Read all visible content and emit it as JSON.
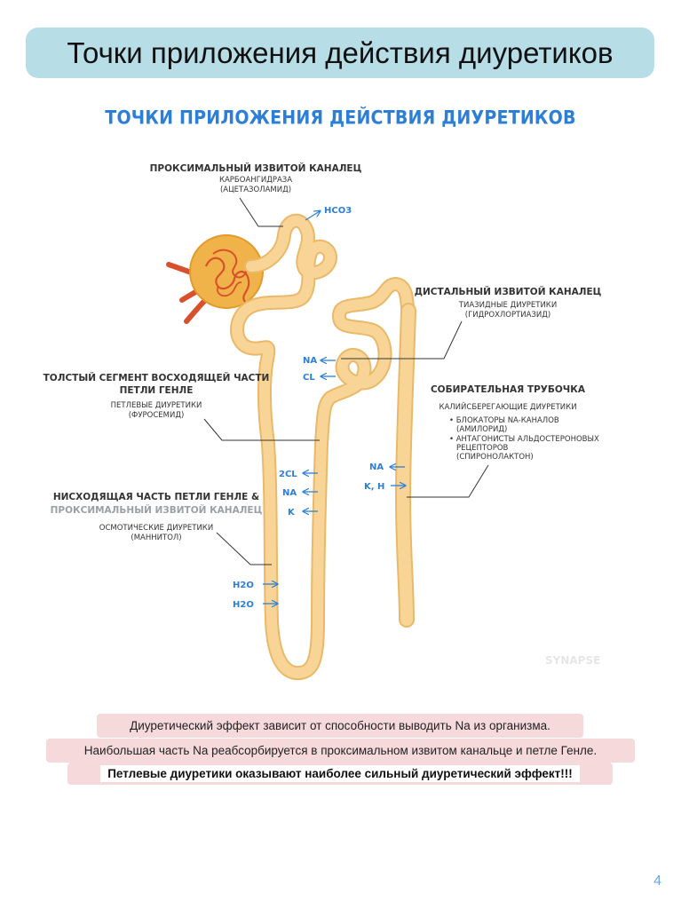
{
  "slide": {
    "title": "Точки приложения действия диуретиков",
    "page_number": "4"
  },
  "figure": {
    "title": "ТОЧКИ ПРИЛОЖЕНИЯ ДЕЙСТВИЯ ДИУРЕТИКОВ",
    "watermark": "SYNAPSE",
    "labels": {
      "proximal": {
        "heading": "ПРОКСИМАЛЬНЫЙ ИЗВИТОЙ КАНАЛЕЦ",
        "line1": "КАРБОАНГИДРАЗА",
        "line2": "(АЦЕТАЗОЛАМИД)"
      },
      "distal": {
        "heading": "ДИСТАЛЬНЫЙ ИЗВИТОЙ КАНАЛЕЦ",
        "line1": "ТИАЗИДНЫЕ ДИУРЕТИКИ",
        "line2": "(ГИДРОХЛОРТИАЗИД)"
      },
      "thick_segment": {
        "heading1": "ТОЛСТЫЙ СЕГМЕНТ ВОСХОДЯЩЕЙ ЧАСТИ",
        "heading2": "ПЕТЛИ ГЕНЛЕ",
        "line1": "ПЕТЛЕВЫЕ ДИУРЕТИКИ",
        "line2": "(ФУРОСЕМИД)"
      },
      "collecting": {
        "heading": "СОБИРАТЕЛЬНАЯ ТРУБОЧКА",
        "line1": "КАЛИЙСБЕРЕГАЮЩИЕ ДИУРЕТИКИ",
        "line2": "• БЛОКАТОРЫ NA-КАНАЛОВ",
        "line3": "(АМИЛОРИД)",
        "line4": "• АНТАГОНИСТЫ АЛЬДОСТЕРОНОВЫХ",
        "line5": "РЕЦЕПТОРОВ",
        "line6": "(СПИРОНОЛАКТОН)"
      },
      "descending": {
        "heading1": "НИСХОДЯЩАЯ ЧАСТЬ ПЕТЛИ ГЕНЛЕ &",
        "heading2": "ПРОКСИМАЛЬНЫЙ ИЗВИТОЙ КАНАЛЕЦ",
        "line1": "ОСМОТИЧЕСКИЕ ДИУРЕТИКИ",
        "line2": "(МАННИТОЛ)"
      }
    },
    "ions": {
      "hco3": "HCO3",
      "na_distal": "NA",
      "cl_distal": "CL",
      "cl2_loop": "2CL",
      "na_loop": "NA",
      "k_loop": "K",
      "na_collecting": "NA",
      "kh_collecting": "K, H",
      "h2o_1": "H2O",
      "h2o_2": "H2O"
    },
    "colors": {
      "tubule": "#f8d596",
      "tubule_edge": "#e9b969",
      "glomerulus": "#f0b34a",
      "vessel": "#d9502c",
      "ion_text": "#2d7fd6"
    }
  },
  "notes": {
    "line1": "Диуретический эффект зависит от способности выводить Na из организма.",
    "line2": "Наибольшая часть Na реабсорбируется в проксимальном извитом канальце и петле Генле.",
    "line3": "Петлевые диуретики оказывают наиболее сильный диуретический эффект!!!"
  }
}
